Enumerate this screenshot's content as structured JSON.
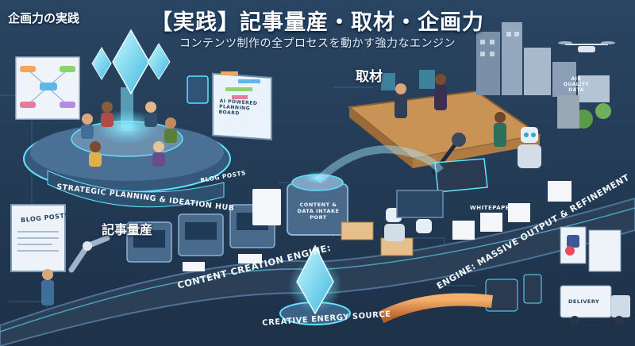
{
  "header": {
    "title": "【実践】記事量産・取材・企画力",
    "subtitle": "コンテンツ制作の全プロセスを動かす強力なエンジン"
  },
  "zones": {
    "planning_jp": "企画力の実践",
    "interview_jp": "取材",
    "mass_jp": "記事量産"
  },
  "signs": {
    "planning_hub": "STRATEGIC PLANNING & IDEATION HUB",
    "planning_board": "AI POWERED PLANNING BOARD",
    "engine": "CONTENT CREATION ENGINE:",
    "energy": "CREATIVE ENERGY SOURCE",
    "output": "ENGINE: MASSIVE OUTPUT & REFINEMENT",
    "intake": "CONTENT & DATA  INTAKE PORT",
    "blog_posts_top": "BLOG POSTS",
    "blog_posts_left": "BLOG POSTS",
    "whitepapers": "WHITEPAPERS",
    "air_quality": "AIR QUALITY DATA",
    "delivery": "DELIVERY"
  },
  "colors": {
    "background": "#233a55",
    "panel": "#3a5a7a",
    "accent_cyan": "#5fe3ff",
    "conveyor": "#2b3f57",
    "wood": "#c99355",
    "pipe_orange": "#e88a3a"
  },
  "icons": {
    "crystal": "crystal-icon",
    "drone": "drone-icon",
    "robot": "robot-icon",
    "microphone": "microphone-icon",
    "facebook": "facebook-icon",
    "location": "location-pin-icon"
  }
}
